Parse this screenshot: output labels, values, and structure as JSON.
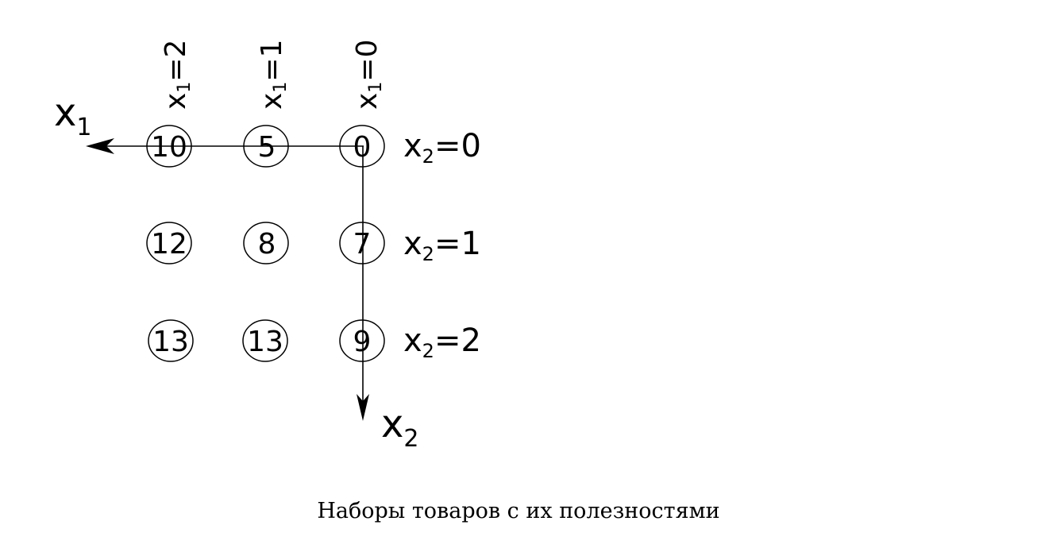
{
  "diagram": {
    "axes": {
      "x1": {
        "label": "x",
        "subscript": "1",
        "direction": "left"
      },
      "x2": {
        "label": "x",
        "subscript": "2",
        "direction": "down"
      }
    },
    "column_labels": [
      {
        "var": "x",
        "sub": "1",
        "eq": "=2"
      },
      {
        "var": "x",
        "sub": "1",
        "eq": "=1"
      },
      {
        "var": "x",
        "sub": "1",
        "eq": "=0"
      }
    ],
    "row_labels": [
      {
        "var": "x",
        "sub": "2",
        "eq": "=0"
      },
      {
        "var": "x",
        "sub": "2",
        "eq": "=1"
      },
      {
        "var": "x",
        "sub": "2",
        "eq": "=2"
      }
    ],
    "utilities": [
      [
        "10",
        "5",
        "0"
      ],
      [
        "12",
        "8",
        "7"
      ],
      [
        "13",
        "13",
        "9"
      ]
    ]
  },
  "caption": "Наборы товаров с их полезностями"
}
